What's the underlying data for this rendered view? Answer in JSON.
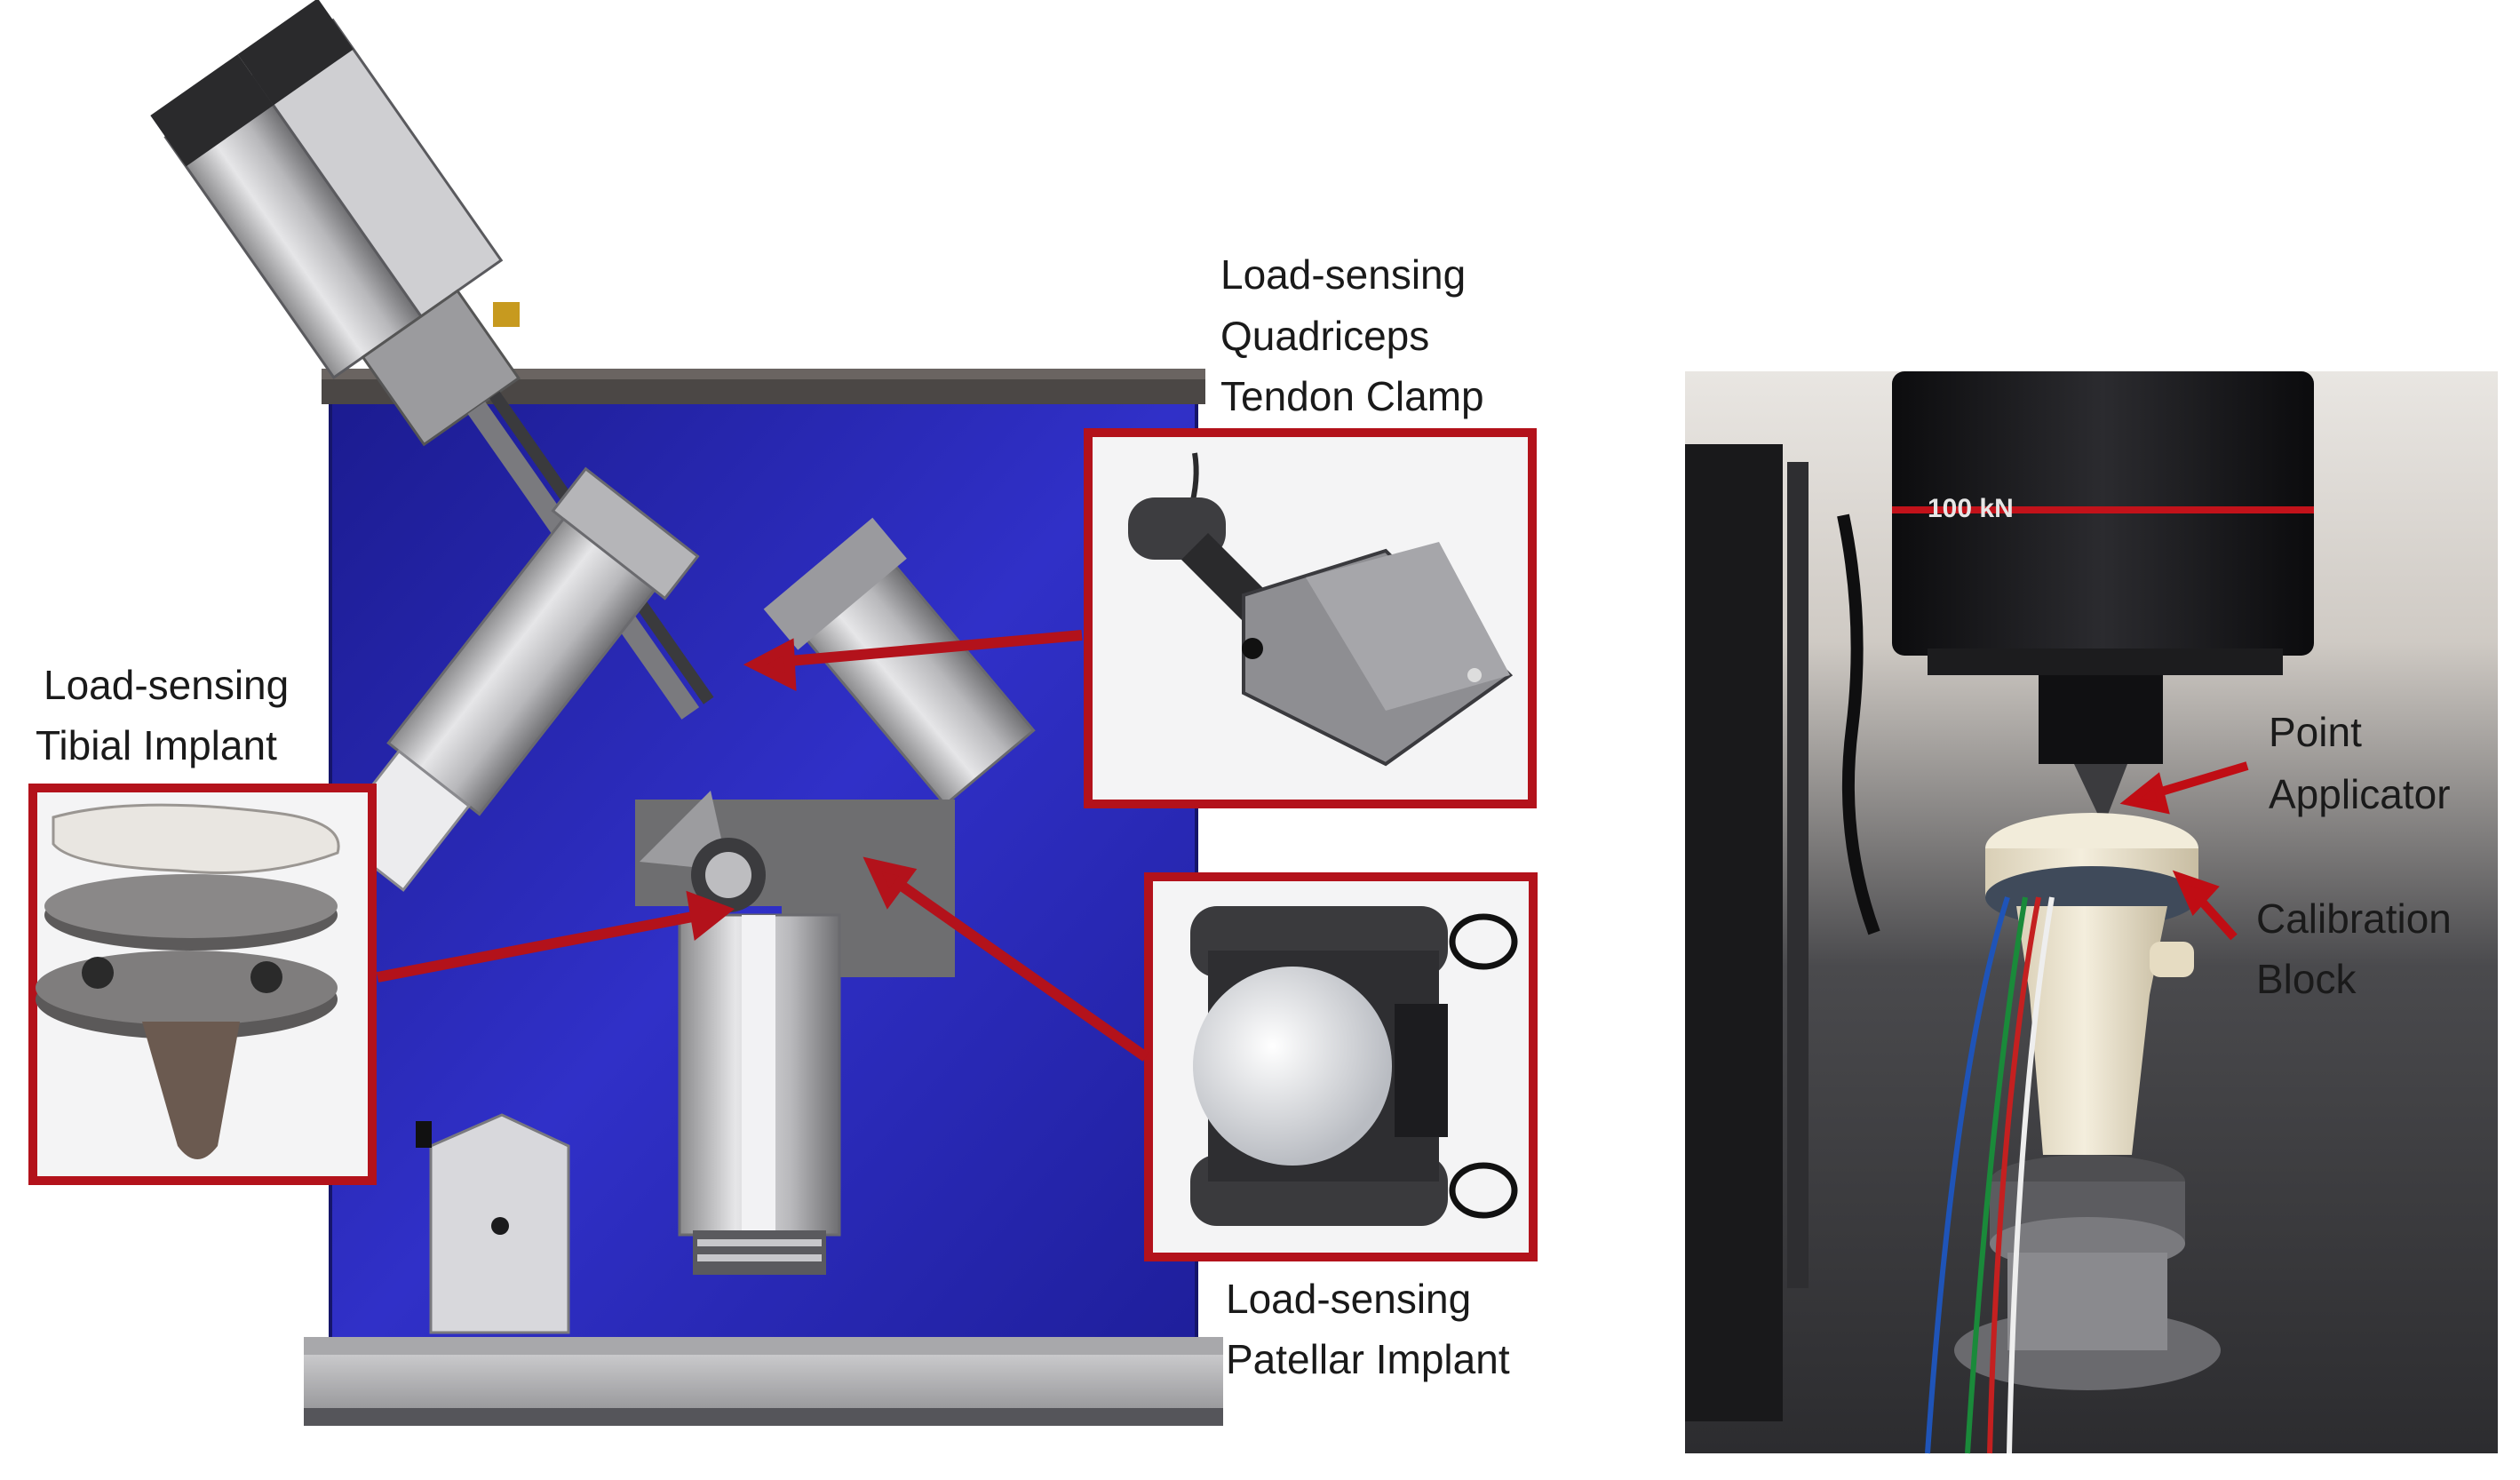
{
  "labels": {
    "quad_clamp": [
      "Load-sensing",
      "Quadriceps",
      "Tendon Clamp"
    ],
    "tibial_implant": [
      "Load-sensing",
      "Tibial Implant"
    ],
    "patellar_implant": [
      "Load-sensing",
      "Patellar Implant"
    ],
    "point_applicator": [
      "Point",
      "Applicator"
    ],
    "calibration_block": [
      "Calibration",
      "Block"
    ],
    "load_cell_marking": "100 kN"
  },
  "colors": {
    "callout_red": "#b3121b",
    "rig_backplate_blue": "#2a2ab8",
    "frame_gray": "#6e6e70"
  },
  "icons": {
    "callout": "red-arrow-icon"
  }
}
